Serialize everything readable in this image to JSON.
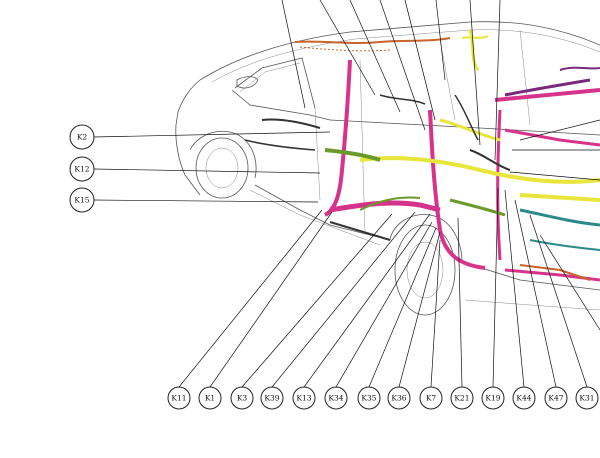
{
  "colors": {
    "pink": "#d6338a",
    "yellow": "#e8e63a",
    "green": "#6a9a2a",
    "teal": "#2a8a8a",
    "orange": "#c8642a",
    "purple": "#7a2a7a",
    "dark": "#333333"
  },
  "callouts_left": [
    {
      "id": "k2",
      "label": "K2"
    },
    {
      "id": "k12",
      "label": "K12"
    },
    {
      "id": "k15",
      "label": "K15"
    }
  ],
  "callouts_bottom": [
    {
      "id": "k11",
      "label": "K11"
    },
    {
      "id": "k1",
      "label": "K1"
    },
    {
      "id": "k3",
      "label": "K3"
    },
    {
      "id": "k39",
      "label": "K39"
    },
    {
      "id": "k13",
      "label": "K13"
    },
    {
      "id": "k34",
      "label": "K34"
    },
    {
      "id": "k35",
      "label": "K35"
    },
    {
      "id": "k36",
      "label": "K36"
    },
    {
      "id": "k7",
      "label": "K7"
    },
    {
      "id": "k21",
      "label": "K21"
    },
    {
      "id": "k19",
      "label": "K19"
    },
    {
      "id": "k44",
      "label": "K44"
    },
    {
      "id": "k47",
      "label": "K47"
    },
    {
      "id": "k31",
      "label": "K31"
    }
  ]
}
